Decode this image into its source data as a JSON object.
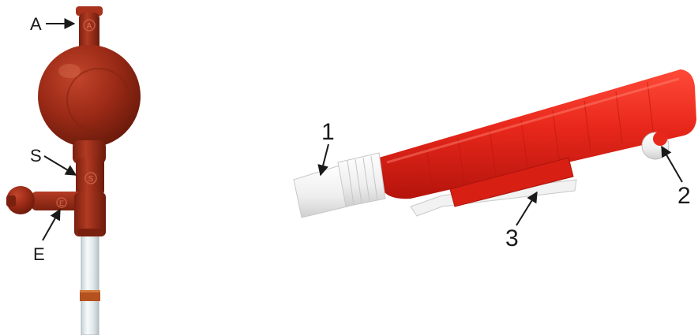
{
  "bulb_labels": {
    "a": "A",
    "s": "S",
    "e": "E"
  },
  "bulb_valve_marks": {
    "a": "A",
    "s": "S",
    "e": "E"
  },
  "pump_labels": {
    "one": "1",
    "two": "2",
    "three": "3"
  },
  "colors": {
    "bulb_rubber": "#9b2a16",
    "pump_body": "#e8271b",
    "pump_cap": "#f4f4f4",
    "glass_tube": "#e8eef0"
  },
  "icons": {
    "bulb": "pipette-bulb-icon",
    "pump": "pipette-pump-icon"
  }
}
